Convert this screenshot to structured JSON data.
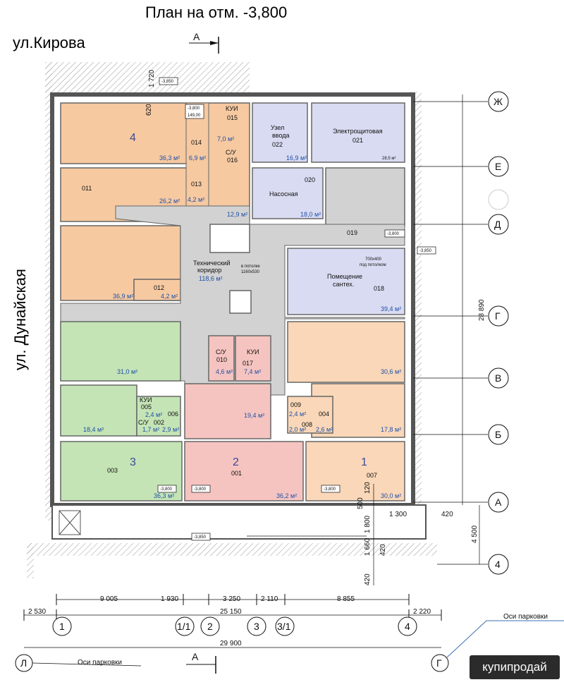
{
  "title": "План на отм. -3,800",
  "streets": {
    "top": "ул.Кирова",
    "left": "ул. Дунайская"
  },
  "section_mark": "А",
  "parking_axes_label": "Оси парковки",
  "watermark": "купипродай",
  "row_axes": [
    "Ж",
    "Е",
    "Д",
    "Г",
    "В",
    "Б",
    "А",
    "4"
  ],
  "col_axes": [
    "1",
    "1/1",
    "2",
    "3",
    "3/1",
    "4"
  ],
  "parking_axes": [
    "Л",
    "Г"
  ],
  "rooms": {
    "r4": {
      "big": "4",
      "code": "",
      "name": "",
      "area": "36,3 м²"
    },
    "r011": {
      "code": "011",
      "area": "26,2 м²"
    },
    "r014": {
      "code": "014",
      "area": "6,9 м²"
    },
    "r015": {
      "name": "КУИ",
      "code": "015",
      "area": "7,0 м²"
    },
    "r016": {
      "name": "С/У",
      "code": "016",
      "area": "12,9 м²"
    },
    "r013": {
      "code": "013",
      "area": "4,2 м²"
    },
    "r022": {
      "name1": "Узел",
      "name2": "ввода",
      "code": "022",
      "area": "16,9 м²"
    },
    "r021": {
      "name": "Электрощитовая",
      "code": "021",
      "area": "28,5 м²"
    },
    "r020": {
      "name": "Насосная",
      "code": "020",
      "area": "18,0 м²"
    },
    "r019": {
      "code": "019"
    },
    "rA": {
      "area": "36,9 м²"
    },
    "r012": {
      "code": "012",
      "area": "4,2 м²"
    },
    "corr": {
      "name1": "Технический",
      "name2": "коридор",
      "area": "118,6 м²",
      "note1": "в потолке",
      "note2": "1160х530"
    },
    "r018": {
      "name1": "Помещение",
      "name2": "сантех.",
      "code": "018",
      "area": "39,4 м²",
      "note1": "700х400",
      "note2": "под потолком"
    },
    "r010": {
      "name": "С/У",
      "code": "010",
      "area": "4,6 м²"
    },
    "r017": {
      "name": "КУИ",
      "code": "017",
      "area": "7,4 м²"
    },
    "rB": {
      "area": "31,0 м²"
    },
    "rC": {
      "area": "30,6 м²"
    },
    "r005": {
      "name": "КУИ",
      "code": "005",
      "area": "2,4 м²"
    },
    "r006": {
      "code": "006",
      "area": "2,9 м²"
    },
    "r002": {
      "name": "С/У",
      "code": "002",
      "area": "1,7 м²"
    },
    "rD": {
      "area": "18,4 м²"
    },
    "rE": {
      "area": "19,4 м²"
    },
    "r009": {
      "code": "009",
      "area": "2,4 м²"
    },
    "r004": {
      "code": "004",
      "area": "2,6 м²"
    },
    "r008": {
      "code": "008",
      "area": "2,0 м²"
    },
    "rF": {
      "area": "17,8 м²"
    },
    "r003": {
      "big": "3",
      "code": "003",
      "area": "36,3 м²"
    },
    "r001": {
      "big": "2",
      "code": "001",
      "area": "36,2 м²"
    },
    "r007": {
      "big": "1",
      "code": "007",
      "area": "30,0 м²"
    }
  },
  "levels": {
    "l1": "-3,850",
    "l2": "-3,800",
    "l2b": "149,00",
    "l3": "-3,800",
    "l4": "-3,850",
    "l5": "-3,800",
    "l6": "-3,800",
    "l7": "-3,800",
    "l8": "-3,850"
  },
  "dims": {
    "top_v1": "1 720",
    "top_v2": "620",
    "right_h": "28 890",
    "right_h2": "4 500",
    "right_s1": "1 300",
    "right_s2": "420",
    "v_120": "120",
    "v_500": "500",
    "v_1800": "1 800",
    "v_1660": "1 660",
    "v_420a": "420",
    "v_420b": "420",
    "row1": [
      "9 005",
      "1 930",
      "3 250",
      "2 110",
      "8 855"
    ],
    "row2_left": "2 530",
    "row2_mid": "25 150",
    "row2_right": "2 220",
    "row3": "29 900"
  },
  "colors": {
    "orange": "#f6c9a1",
    "lavender": "#d9dbf2",
    "green": "#c4e4b5",
    "pink": "#f5c4c0",
    "peach": "#f9d7b8",
    "gray": "#d2d2d2",
    "wall": "#777777"
  }
}
